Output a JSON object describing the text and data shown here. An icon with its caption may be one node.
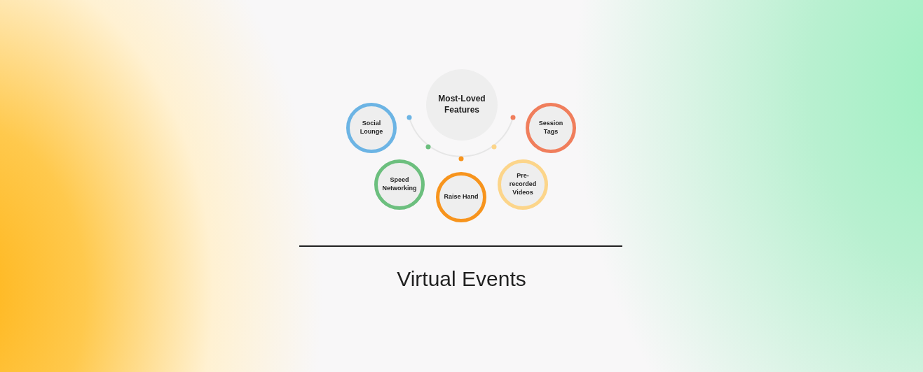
{
  "diagram": {
    "title": "Virtual Events",
    "nodes": [
      {
        "text": [
          "Most-Loved Features"
        ]
      },
      {
        "text": [
          "Social Lounge"
        ]
      },
      {
        "text": [
          "Session Tags"
        ]
      },
      {
        "text": [
          "Speed Networking"
        ]
      },
      {
        "text": [
          "Raise Hand"
        ]
      },
      {
        "text": [
          "Pre-recorded Videos"
        ]
      }
    ],
    "edges": []
  }
}
